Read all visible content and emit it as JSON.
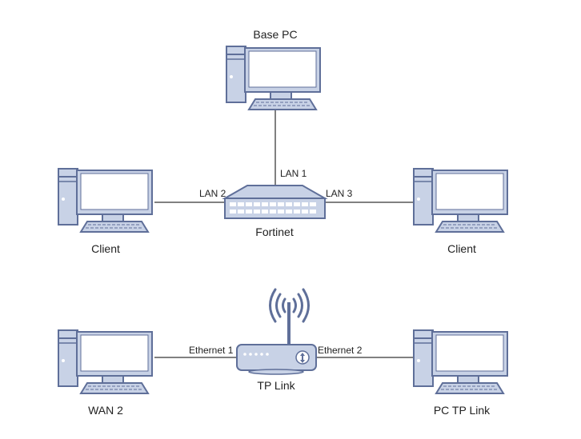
{
  "colors": {
    "device_fill": "#c8d2e6",
    "device_stroke": "#5f6f99",
    "screen_fill": "#ffffff",
    "line": "#000000"
  },
  "nodes": {
    "base_pc": {
      "label": "Base PC",
      "icon": "desktop-computer-icon"
    },
    "client_left": {
      "label": "Client",
      "icon": "desktop-computer-icon"
    },
    "client_right": {
      "label": "Client",
      "icon": "desktop-computer-icon"
    },
    "fortinet": {
      "label": "Fortinet",
      "icon": "network-switch-icon"
    },
    "wan2": {
      "label": "WAN 2",
      "icon": "desktop-computer-icon"
    },
    "tplink": {
      "label": "TP Link",
      "icon": "wireless-router-icon"
    },
    "pc_tplink": {
      "label": "PC TP Link",
      "icon": "desktop-computer-icon"
    }
  },
  "links": {
    "lan1": "LAN 1",
    "lan2": "LAN 2",
    "lan3": "LAN 3",
    "eth1": "Ethernet 1",
    "eth2": "Ethernet 2"
  }
}
